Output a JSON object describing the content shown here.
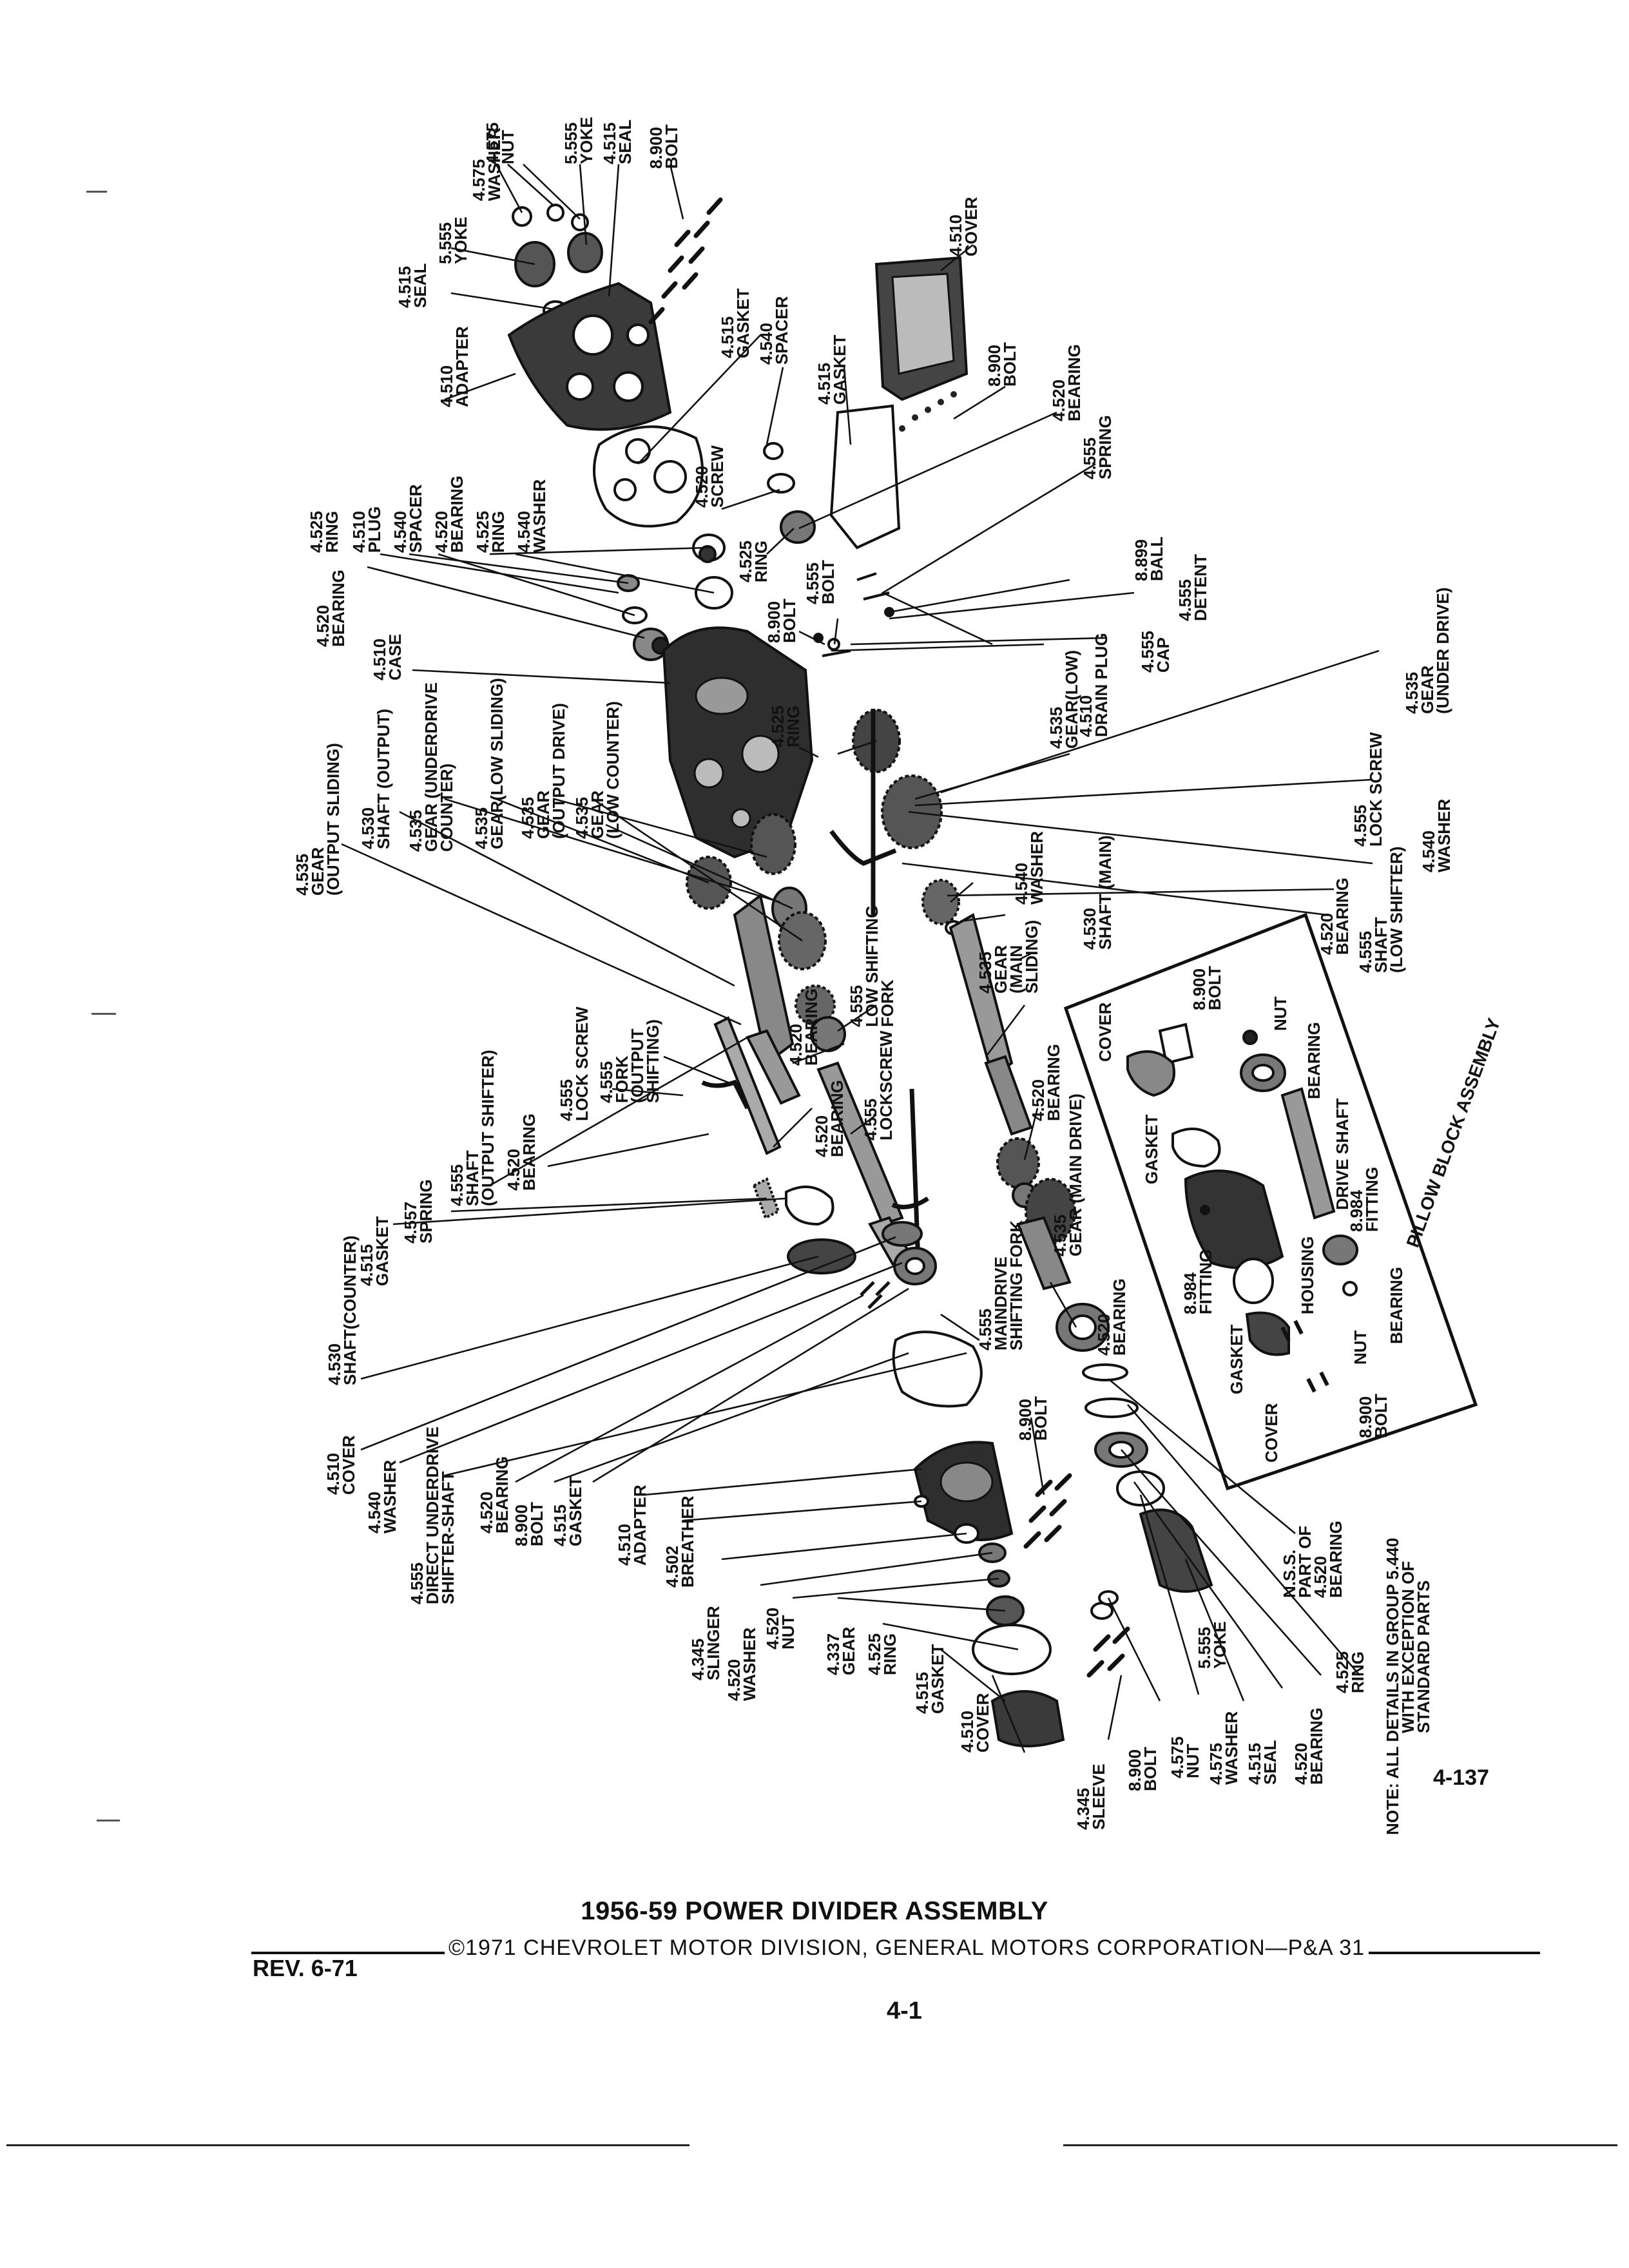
{
  "labels": {
    "l01": "4.575",
    "l02": "NUT",
    "l03": "4.575",
    "l04": "WASHER",
    "l05": "5.555",
    "l06": "YOKE",
    "l07": "4.515",
    "l08": "SEAL",
    "l09": "8.900",
    "l10": "BOLT",
    "l11": "5.555",
    "l12": "YOKE",
    "l13": "4.515",
    "l14": "SEAL",
    "l15": "4.510",
    "l16": "ADAPTER",
    "l17": "4.510",
    "l18": "COVER",
    "l19": "4.515",
    "l20": "GASKET",
    "l21": "4.540",
    "l22": "SPACER",
    "l23": "4.515",
    "l24": "GASKET",
    "l25": "8.900",
    "l26": "BOLT",
    "l27": "4.520",
    "l28": "BEARING",
    "l29": "4.525",
    "l30": "RING",
    "l31": "4.510",
    "l32": "PLUG",
    "l33": "4.540",
    "l34": "SPACER",
    "l35": "4.520",
    "l36": "BEARING",
    "l37": "4.525",
    "l38": "RING",
    "l39": "4.540",
    "l40": "WASHER",
    "l41": "4.520",
    "l42": "SCREW",
    "l43": "4.555",
    "l44": "SPRING",
    "l45": "4.525",
    "l46": "RING",
    "l47": "4.555",
    "l48": "BOLT",
    "l49": "8.899",
    "l50": "BALL",
    "l51": "8.900",
    "l52": "BOLT",
    "l53": "4.520",
    "l54": "BEARING",
    "l55": "4.555",
    "l56": "DETENT",
    "l57": "4.510",
    "l58": "CASE",
    "l59": "4.555",
    "l60": "CAP",
    "l61": "4.510",
    "l62": "DRAIN PLUG",
    "l63": "4.525",
    "l64": "RING",
    "l65": "4.535",
    "l66": "GEAR(LOW)",
    "l67": "4.535",
    "l68": "GEAR",
    "l69": "(UNDER DRIVE)",
    "l70": "4.555",
    "l71": "LOCK SCREW",
    "l72": "4.535",
    "l73": "GEAR",
    "l74": "(OUTPUT SLIDING)",
    "l75": "4.530",
    "l76": "SHAFT (OUTPUT)",
    "l77": "4.535",
    "l78": "GEAR (UNDERDRIVE",
    "l79": "COUNTER)",
    "l80": "4.535",
    "l81": "GEAR(LOW SLIDING)",
    "l82": "4.535",
    "l83": "GEAR",
    "l84": "(OUTPUT DRIVE)",
    "l85": "4.535",
    "l86": "GEAR",
    "l87": "(LOW COUNTER)",
    "l88": "4.540",
    "l89": "WASHER",
    "l90": "4.520",
    "l91": "BEARING",
    "l92": "4.555",
    "l93": "SHAFT",
    "l94": "(LOW SHIFTER)",
    "l95": "4.540",
    "l96": "WASHER",
    "l97": "4.530",
    "l98": "SHAFT (MAIN)",
    "l99": "4.535",
    "l100": "GEAR",
    "l101": "(MAIN",
    "l102": "SLIDING)",
    "l103": "4.555",
    "l104": "LOW SHIFTING",
    "l105": "FORK",
    "l106": "4.555",
    "l107": "FORK",
    "l108": "(OUTPUT",
    "l109": "SHIFTING)",
    "l110": "4.555",
    "l111": "LOCK SCREW",
    "l112": "4.555",
    "l113": "LOCKSCREW",
    "l114": "4.520",
    "l115": "BEARING",
    "l116": "4.520",
    "l117": "BEARING",
    "l118": "4.520",
    "l119": "BEARING",
    "l120": "4.555",
    "l121": "SHAFT",
    "l122": "(OUTPUT SHIFTER)",
    "l123": "4.520",
    "l124": "BEARING",
    "l125": "4.557",
    "l126": "SPRING",
    "l127": "4.515",
    "l128": "GASKET",
    "l129": "4.530",
    "l130": "SHAFT(COUNTER)",
    "l131": "4.535",
    "l132": "GEAR (MAIN DRIVE)",
    "l133": "4.555",
    "l134": "MAINDRIVE",
    "l135": "SHIFTING FORK",
    "l136": "4.520",
    "l137": "BEARING",
    "l138": "8.900",
    "l139": "BOLT",
    "l140": "4.510",
    "l141": "COVER",
    "l142": "4.540",
    "l143": "WASHER",
    "l144": "4.555",
    "l145": "DIRECT UNDERDRIVE",
    "l146": "SHIFTER-SHAFT",
    "l147": "4.520",
    "l148": "BEARING",
    "l149": "8.900",
    "l150": "BOLT",
    "l151": "4.515",
    "l152": "GASKET",
    "l153": "4.510",
    "l154": "ADAPTER",
    "l155": "4.502",
    "l156": "BREATHER",
    "l157": "4.345",
    "l158": "SLINGER",
    "l159": "4.520",
    "l160": "WASHER",
    "l161": "4.520",
    "l162": "NUT",
    "l163": "4.337",
    "l164": "GEAR",
    "l165": "4.525",
    "l166": "RING",
    "l167": "4.515",
    "l168": "GASKET",
    "l169": "4.510",
    "l170": "COVER",
    "l171": "4.345",
    "l172": "SLEEVE",
    "l173": "8.900",
    "l174": "BOLT",
    "l175": "4.575",
    "l176": "NUT",
    "l177": "4.575",
    "l178": "WASHER",
    "l179": "5.555",
    "l180": "YOKE",
    "l181": "4.515",
    "l182": "SEAL",
    "l183": "4.520",
    "l184": "BEARING",
    "l185": "4.525",
    "l186": "RING",
    "l187": "N.S.S.",
    "l188": "PART OF",
    "l189": "4.520",
    "l190": "BEARING",
    "l191": "NOTE: ALL DETAILS IN GROUP 5.440",
    "l192": "WITH EXCEPTION OF",
    "l193": "STANDARD PARTS",
    "p01": "COVER",
    "p02": "8.900",
    "p03": "BOLT",
    "p04": "NUT",
    "p05": "BEARING",
    "p06": "GASKET",
    "p07": "DRIVE SHAFT",
    "p08": "8.984",
    "p09": "FITTING",
    "p10": "8.984",
    "p11": "FITTING",
    "p12": "HOUSING",
    "p13": "GASKET",
    "p14": "NUT",
    "p15": "BEARING",
    "p16": "8.900",
    "p17": "BOLT",
    "p18": "COVER",
    "p19": "PILLOW BLOCK ASSEMBLY"
  },
  "figure_number": "4-137",
  "caption": "1956-59 POWER DIVIDER ASSEMBLY",
  "copyright": "©1971 CHEVROLET MOTOR DIVISION, GENERAL MOTORS CORPORATION—P&A 31",
  "revision": "REV. 6-71",
  "page_number": "4-1"
}
